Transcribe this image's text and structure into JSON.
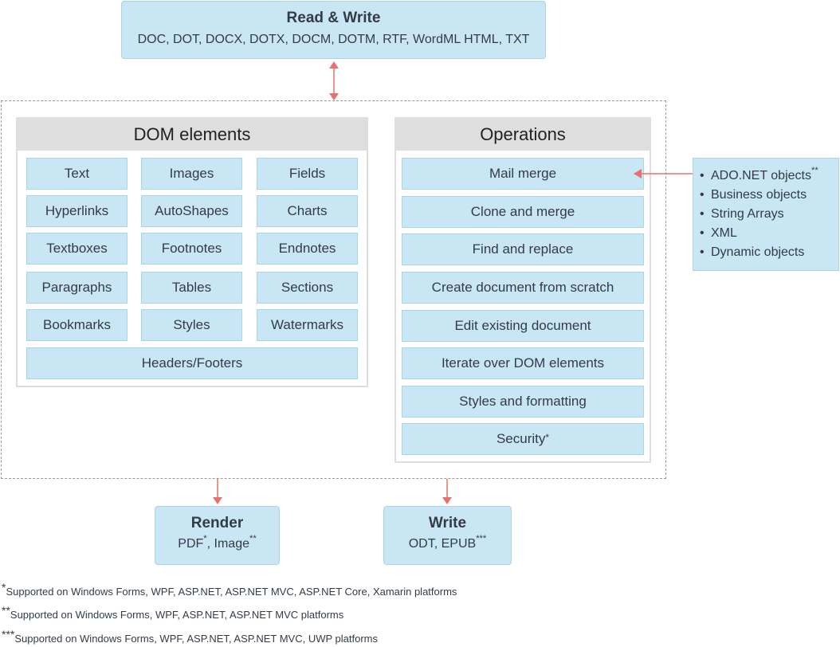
{
  "read_write": {
    "title": "Read & Write",
    "formats": "DOC, DOT, DOCX, DOTX, DOCM, DOTM, RTF, WordML HTML, TXT"
  },
  "dom": {
    "title": "DOM elements",
    "items": [
      "Text",
      "Images",
      "Fields",
      "Hyperlinks",
      "AutoShapes",
      "Charts",
      "Textboxes",
      "Footnotes",
      "Endnotes",
      "Paragraphs",
      "Tables",
      "Sections",
      "Bookmarks",
      "Styles",
      "Watermarks",
      "Headers/Footers"
    ]
  },
  "operations": {
    "title": "Operations",
    "items": [
      "Mail merge",
      "Clone and merge",
      "Find and replace",
      "Create document from scratch",
      "Edit existing document",
      "Iterate over DOM elements",
      "Styles and formatting",
      "Security"
    ],
    "security_mark": "*"
  },
  "sources": {
    "items": [
      "ADO.NET objects",
      "Business objects",
      "String Arrays",
      "XML",
      "Dynamic objects"
    ],
    "ado_mark": "**",
    "bullet": "•"
  },
  "render": {
    "title": "Render",
    "pdf": "PDF",
    "pdf_mark": "*",
    "sep": ", ",
    "image": "Image",
    "image_mark": "**"
  },
  "write": {
    "title": "Write",
    "formats": "ODT, EPUB",
    "mark": "***"
  },
  "footnotes": [
    {
      "mark": "*",
      "text": "Supported on Windows Forms, WPF, ASP.NET, ASP.NET MVC, ASP.NET Core, Xamarin platforms"
    },
    {
      "mark": "**",
      "text": "Supported on Windows Forms, WPF, ASP.NET, ASP.NET MVC platforms"
    },
    {
      "mark": "***",
      "text": "Supported on Windows Forms, WPF, ASP.NET, ASP.NET MVC, UWP platforms"
    }
  ],
  "colors": {
    "box_fill": "#c9e6f4",
    "box_border": "#a9d4ea",
    "panel_header": "#dedede",
    "arrow": "#e8706f"
  }
}
